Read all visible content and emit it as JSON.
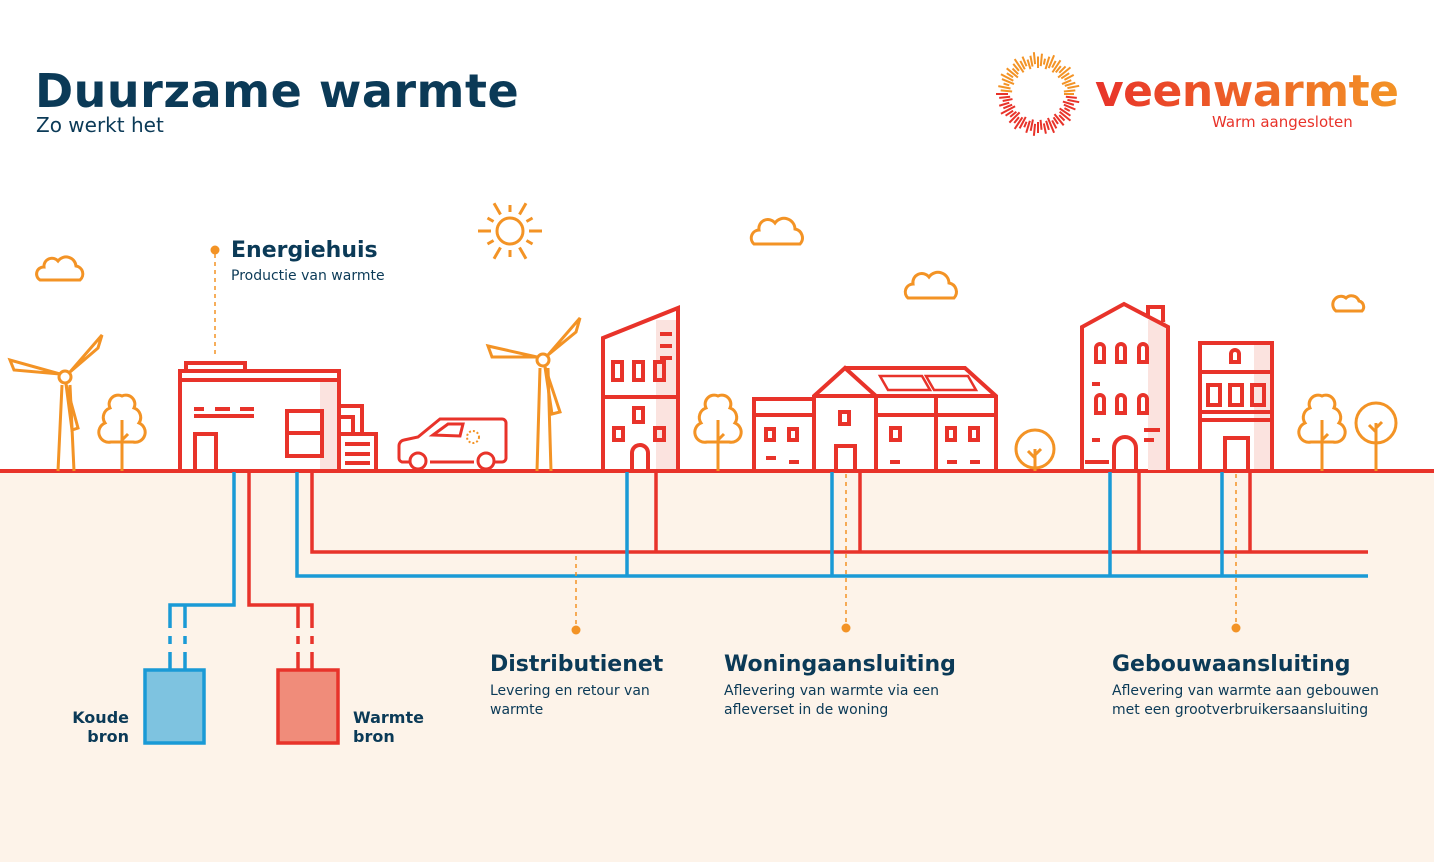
{
  "header": {
    "title": "Duurzame warmte",
    "subtitle": "Zo werkt het"
  },
  "logo": {
    "name": "veenwarmte",
    "tagline": "Warm aangesloten"
  },
  "callouts": {
    "energiehuis": {
      "title": "Energiehuis",
      "text": "Productie van warmte"
    },
    "distributienet": {
      "title": "Distributienet",
      "text_1": "Levering en retour van",
      "text_2": "warmte"
    },
    "woningaansluiting": {
      "title": "Woningaansluiting",
      "text_1": "Aflevering van warmte via een",
      "text_2": "afleverset in de woning"
    },
    "gebouwaansluiting": {
      "title": "Gebouwaansluiting",
      "text_1": "Aflevering van warmte aan gebouwen",
      "text_2": "met een grootverbruikersaansluiting"
    }
  },
  "sources": {
    "cold": {
      "line_1": "Koude",
      "line_2": "bron"
    },
    "warm": {
      "line_1": "Warmte",
      "line_2": "bron"
    }
  },
  "colors": {
    "navy": "#0b3a57",
    "red": "#e8332a",
    "blue": "#1a9ad6",
    "orange": "#f39325",
    "ground": "#fdf3e9"
  }
}
